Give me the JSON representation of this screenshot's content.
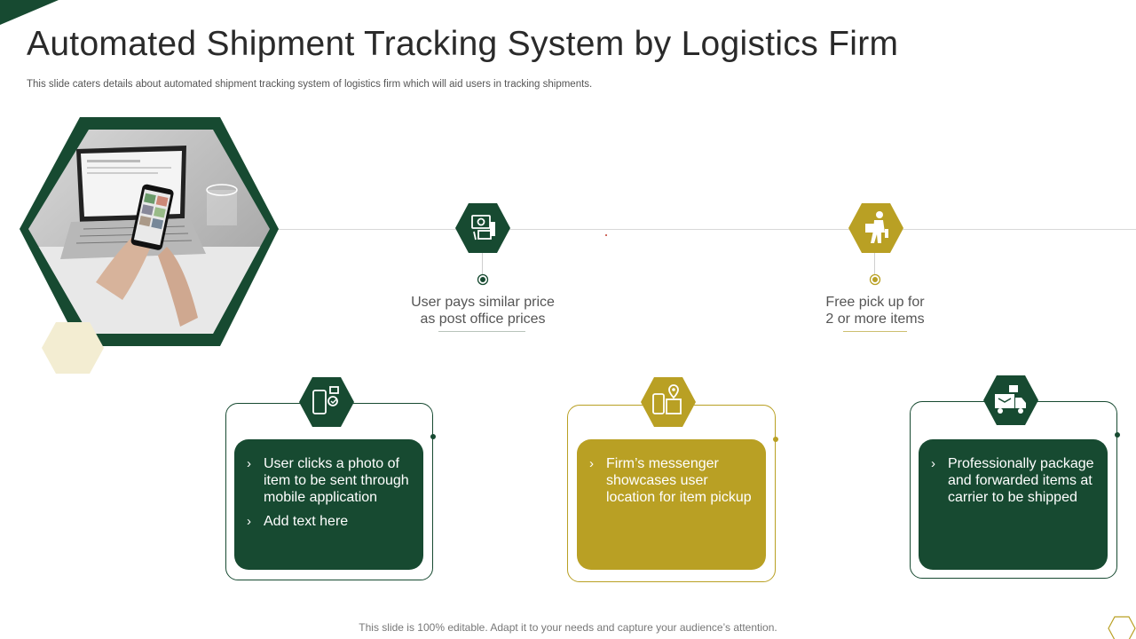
{
  "slide": {
    "title": "Automated Shipment Tracking System by Logistics Firm",
    "subtitle": "This slide caters details about automated shipment tracking system of logistics firm which will aid users in tracking shipments.",
    "footer": "This slide is 100% editable. Adapt it to your needs and capture your audience’s attention."
  },
  "colors": {
    "dark_green": "#174a31",
    "gold": "#b9a024",
    "cream": "#f3edd2",
    "text": "#2a2a2a"
  },
  "hero_image": {
    "icon": "laptop-phone-photo"
  },
  "top_steps": [
    {
      "icon": "money-payment-icon",
      "caption_lines": [
        "User pays similar price",
        "as post office prices"
      ]
    },
    {
      "icon": "person-carrying-box-icon",
      "caption_lines": [
        "Free pick up for",
        "2 or more items"
      ]
    }
  ],
  "cards": [
    {
      "icon": "mobile-photo-icon",
      "bullets": [
        "User clicks a photo of item to be sent through mobile application",
        "Add text here"
      ]
    },
    {
      "icon": "location-pin-icon",
      "bullets": [
        "Firm’s messenger showcases user location for item pickup"
      ]
    },
    {
      "icon": "delivery-truck-icon",
      "bullets": [
        "Professionally package and forwarded items at carrier to be shipped"
      ]
    }
  ]
}
